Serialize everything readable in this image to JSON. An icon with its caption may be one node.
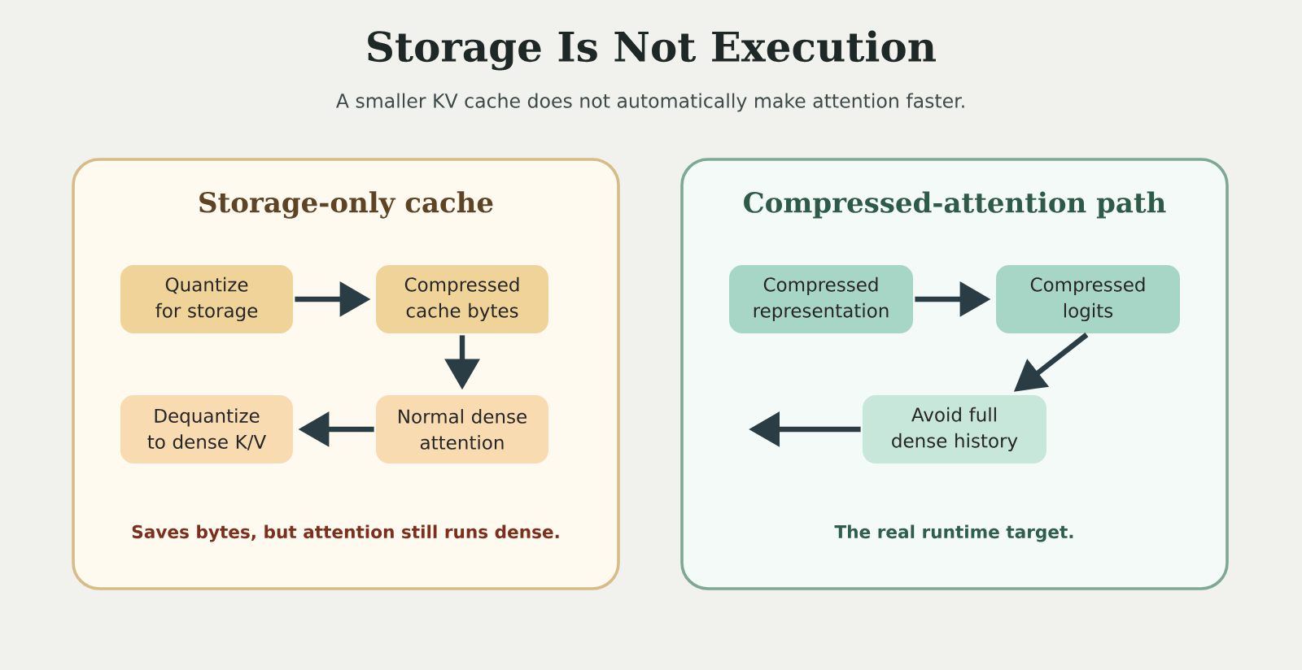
{
  "diagram": {
    "title": "Storage Is Not Execution",
    "nodes": [
      {
        "text": [
          "Storage-only cache",
          "Saves bytes, but attention still runs dense."
        ]
      },
      {
        "text": [
          "Quantize for storage"
        ],
        "in": 0
      },
      {
        "text": [
          "Compressed cache bytes"
        ],
        "in": 0
      },
      {
        "text": [
          "Dequantize to dense K/V"
        ],
        "in": 0
      },
      {
        "text": [
          "Normal dense attention"
        ],
        "in": 0
      },
      {
        "text": [
          "Compressed-attention path",
          "The real runtime target."
        ]
      },
      {
        "text": [
          "Compressed representation"
        ],
        "in": 5
      },
      {
        "text": [
          "Compressed logits"
        ],
        "in": 5
      },
      {
        "text": [
          "Avoid full dense history"
        ],
        "in": 5
      }
    ],
    "edges": [
      {
        "from": 1,
        "to": 2,
        "arrow": "to"
      },
      {
        "from": 2,
        "to": 4,
        "arrow": "to"
      },
      {
        "from": 4,
        "to": 3,
        "arrow": "to"
      },
      {
        "from": 6,
        "to": 7,
        "arrow": "to"
      },
      {
        "from": 7,
        "to": 8,
        "arrow": "to"
      },
      {
        "from": 8,
        "to": null,
        "arrow": "to"
      }
    ],
    "labels": [
      "A smaller KV cache does not automatically make attention faster."
    ]
  }
}
